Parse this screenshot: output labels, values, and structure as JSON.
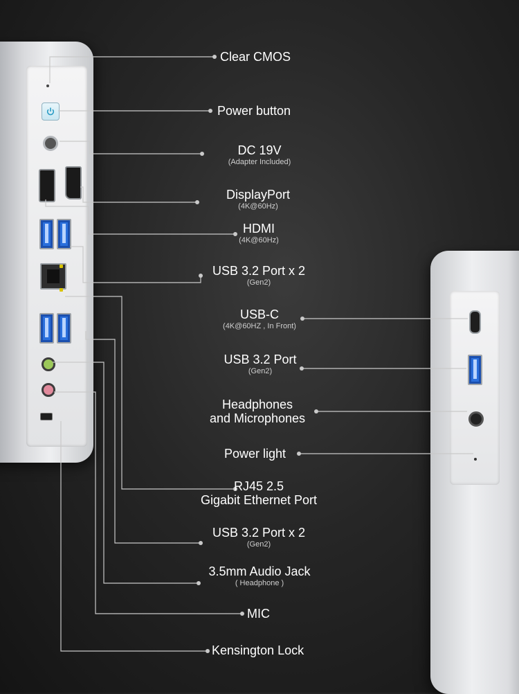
{
  "labels": {
    "clear_cmos": {
      "main": "Clear CMOS"
    },
    "power_button": {
      "main": "Power button"
    },
    "dc_19v": {
      "main": "DC 19V",
      "sub": "(Adapter Included)"
    },
    "displayport": {
      "main": "DisplayPort",
      "sub": "(4K@60Hz)"
    },
    "hdmi": {
      "main": "HDMI",
      "sub": "(4K@60Hz)"
    },
    "usb32_x2_top": {
      "main": "USB 3.2 Port x 2",
      "sub": "(Gen2)"
    },
    "usb_c": {
      "main": "USB-C",
      "sub": "(4K@60HZ , In Front)"
    },
    "usb32_front": {
      "main": "USB 3.2 Port",
      "sub": "(Gen2)"
    },
    "headphones_mics": {
      "line1": "Headphones",
      "line2": "and Microphones"
    },
    "power_light": {
      "main": "Power light"
    },
    "rj45": {
      "line1": "RJ45 2.5",
      "line2": "Gigabit Ethernet Port"
    },
    "usb32_x2_bottom": {
      "main": "USB 3.2 Port x 2",
      "sub": "(Gen2)"
    },
    "audio_jack": {
      "main": "3.5mm Audio Jack",
      "sub": "( Headphone )"
    },
    "mic": {
      "main": "MIC"
    },
    "kensington": {
      "main": "Kensington Lock"
    }
  },
  "colors": {
    "usb_blue": "#2a6fdc",
    "jack_green": "#9cc95a",
    "jack_pink": "#e18a9c",
    "rj45_led": "#d9c400"
  },
  "icons": {
    "power": "power-icon"
  }
}
